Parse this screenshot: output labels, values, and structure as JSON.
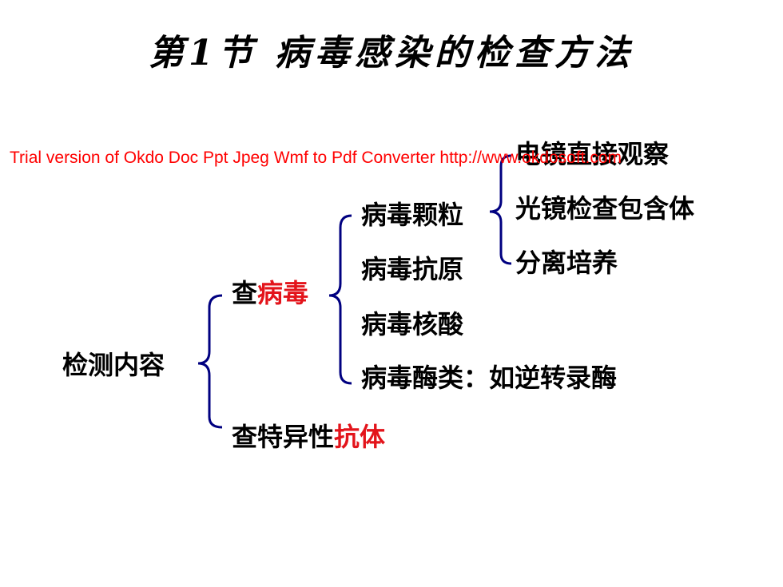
{
  "slide": {
    "title": "第1节 病毒感染的检查方法",
    "watermark": "Trial version of Okdo Doc Ppt Jpeg Wmf to Pdf Converter http://www.okdosoft.com",
    "root": "检测内容",
    "branch1": {
      "prefix": "查",
      "highlight": "病毒"
    },
    "branch2": {
      "prefix": "查特异性",
      "highlight": "抗体"
    },
    "virus_items": [
      "病毒颗粒",
      "病毒抗原",
      "病毒核酸",
      "病毒酶类：如逆转录酶"
    ],
    "particle_methods": [
      "电镜直接观察",
      "光镜检查包含体",
      "分离培养"
    ],
    "colors": {
      "highlight": "#e3141b",
      "bracket": "#000080",
      "watermark": "#ff0000"
    }
  }
}
